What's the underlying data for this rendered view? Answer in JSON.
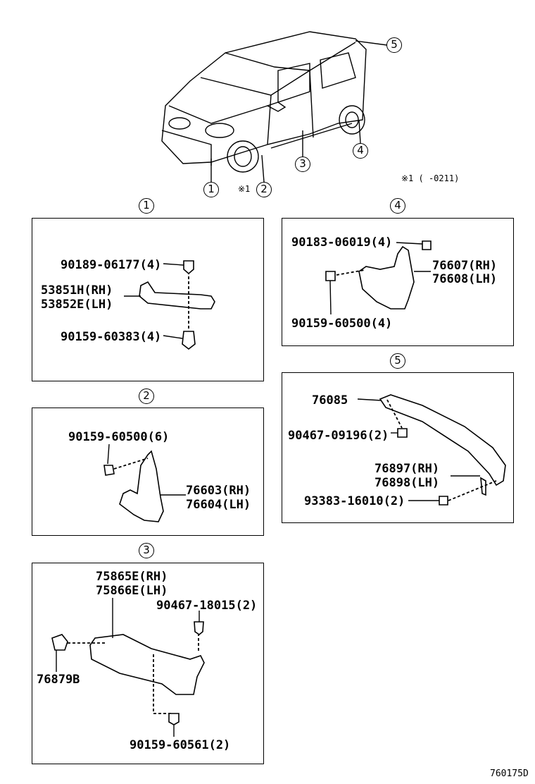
{
  "callouts": {
    "c1": "1",
    "c2": "2",
    "c3": "3",
    "c4": "4",
    "c5": "5"
  },
  "note_prefix": "※1",
  "note_text": "※1 (  -0211)",
  "section1": {
    "title_num": "1",
    "clip": "90189-06177(4)",
    "moulding_rh": "53851H(RH)",
    "moulding_lh": "53852E(LH)",
    "screw": "90159-60383(4)"
  },
  "section2": {
    "title_num": "2",
    "screw": "90159-60500(6)",
    "flap_rh": "76603(RH)",
    "flap_lh": "76604(LH)"
  },
  "section3": {
    "title_num": "3",
    "flap_rh": "75865E(RH)",
    "flap_lh": "75866E(LH)",
    "clip": "90467-18015(2)",
    "bracket": "76879B",
    "screw": "90159-60561(2)"
  },
  "section4": {
    "title_num": "4",
    "nut": "90183-06019(4)",
    "flap_rh": "76607(RH)",
    "flap_lh": "76608(LH)",
    "screw": "90159-60500(4)"
  },
  "section5": {
    "title_num": "5",
    "spoiler": "76085",
    "clip": "90467-09196(2)",
    "cover_rh": "76897(RH)",
    "cover_lh": "76898(LH)",
    "screw": "93383-16010(2)"
  },
  "diagram_code": "760175D"
}
